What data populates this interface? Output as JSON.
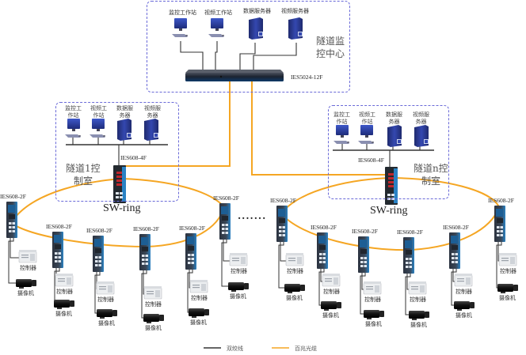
{
  "center": {
    "title_line1": "隧道监",
    "title_line2": "控中心",
    "devices": [
      "监控工作站",
      "视频工作站",
      "数据服务器",
      "视频服务器"
    ],
    "core_switch_model": "IES5024-12F"
  },
  "control_rooms": [
    {
      "name_line1": "隧道1控",
      "name_line2": "制室",
      "devices": [
        {
          "l1": "监控工",
          "l2": "作站"
        },
        {
          "l1": "视频工",
          "l2": "作站"
        },
        {
          "l1": "数据服",
          "l2": "务器"
        },
        {
          "l1": "视频服",
          "l2": "务器"
        }
      ],
      "switch_model": "IES608-4F",
      "ring_label": "SW-ring"
    },
    {
      "name_line1": "隧道n控",
      "name_line2": "制室",
      "devices": [
        {
          "l1": "监控工",
          "l2": "作站"
        },
        {
          "l1": "视频工",
          "l2": "作站"
        },
        {
          "l1": "数据服",
          "l2": "务器"
        },
        {
          "l1": "视频服",
          "l2": "务器"
        }
      ],
      "switch_model": "IES608-4F",
      "ring_label": "SW-ring"
    }
  ],
  "field_switch_model": "IES608-2F",
  "field_devices": {
    "controller": "控制器",
    "camera": "摄像机"
  },
  "ellipsis": "·······",
  "legend": {
    "twisted_pair": "双绞线",
    "fiber": "百兆光缆"
  },
  "colors": {
    "fiber": "#f5a623",
    "twisted_pair": "#333333",
    "dashed_box": "#6a6ad8",
    "device_blue": "#2b3a8f"
  }
}
